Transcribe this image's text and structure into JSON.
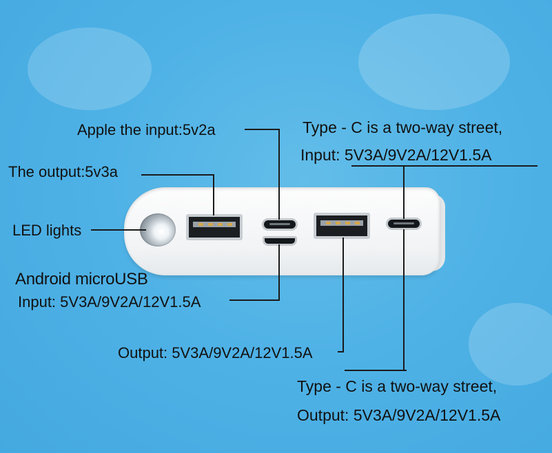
{
  "labels": {
    "apple_input": "Apple the input:5v2a",
    "output": "The output:5v3a",
    "led": "LED lights",
    "android": "Android microUSB",
    "android_input": "Input: 5V3A/9V2A/12V1.5A",
    "usba2_output": "Output: 5V3A/9V2A/12V1.5A",
    "typec_top_line1": "Type - C is a two-way street,",
    "typec_top_line2": "Input: 5V3A/9V2A/12V1.5A",
    "typec_bottom_line1": "Type - C is a two-way street,",
    "typec_bottom_line2": "Output: 5V3A/9V2A/12V1.5A"
  },
  "colors": {
    "background": "#4fb2e6",
    "device": "#f3f5f6",
    "port": "#1c1f22",
    "leader_line": "#1a1a1a"
  }
}
